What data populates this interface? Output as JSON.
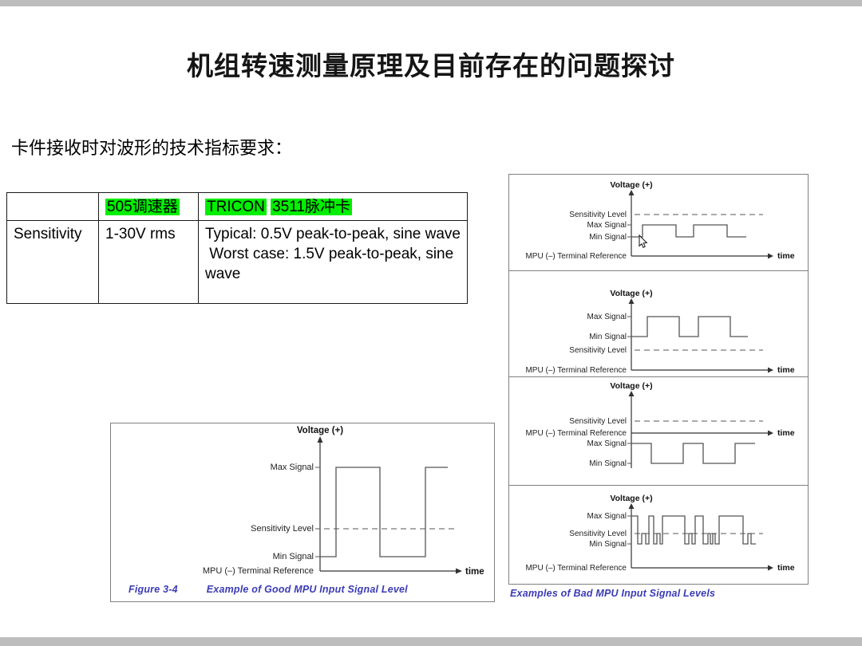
{
  "slide": {
    "title": "机组转速测量原理及目前存在的问题探讨",
    "subtitle": "卡件接收时对波形的技术指标要求："
  },
  "table": {
    "headers": {
      "col1": "",
      "governor": "505调速器",
      "tricon": "TRICON",
      "pulse_card": "3511脉冲卡"
    },
    "row": {
      "label": "Sensitivity",
      "governor_value": "1-30V rms",
      "tricon_typical": "Typical: 0.5V peak-to-peak, sine wave",
      "tricon_worst": " Worst case: 1.5V peak-to-peak, sine wave"
    }
  },
  "diagram_labels": {
    "voltage_axis": "Voltage (+)",
    "time_axis": "time",
    "max_signal": "Max Signal",
    "min_signal": "Min Signal",
    "sensitivity_level": "Sensitivity Level",
    "mpu_reference": "MPU (–) Terminal Reference"
  },
  "good_figure": {
    "caption_label": "Figure 3-4",
    "caption_text": "Example of Good MPU Input Signal Level"
  },
  "bad_figures": {
    "caption_text": "Examples of Bad MPU Input Signal Levels"
  },
  "colors": {
    "caption_blue": "#3b3bb5",
    "highlight_green": "#00ef00",
    "slide_background": "#ffffff",
    "edge_band_gray": "#bdbdbd"
  }
}
